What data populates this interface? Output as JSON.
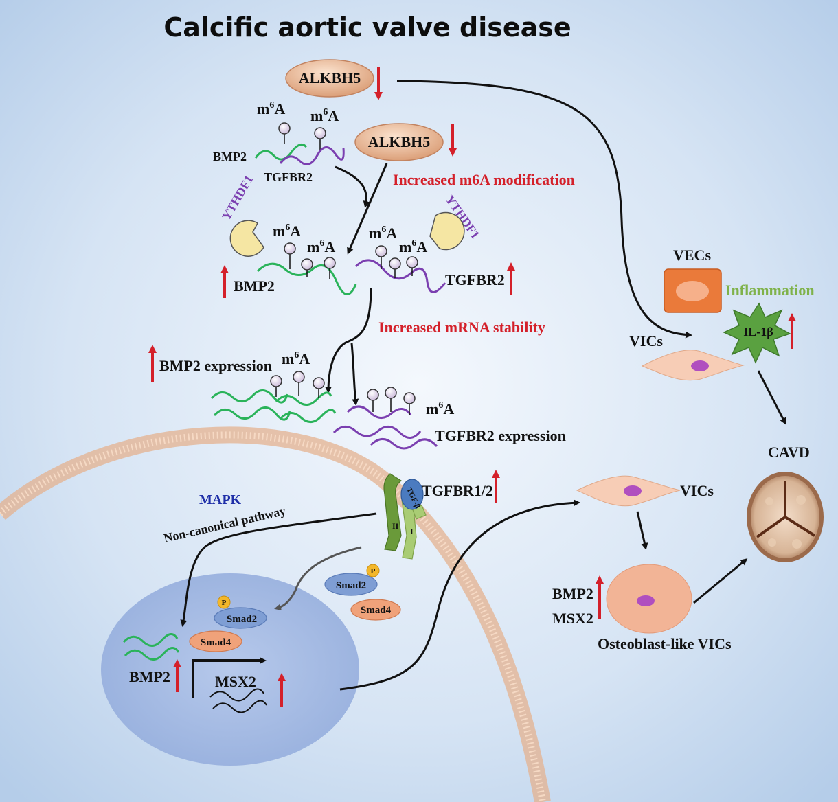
{
  "title": "Calcific aortic valve disease",
  "labels": {
    "alkbh5_top": "ALKBH5",
    "alkbh5_mid": "ALKBH5",
    "m6a": "m",
    "m6a_sup": "6",
    "m6a_tail": "A",
    "bmp2_upper": "BMP2",
    "tgfbr2_upper": "TGFBR2",
    "ythdf1_left": "YTHDF1",
    "ythdf1_right": "YTHDF1",
    "increased_m6a": "Increased m6A modification",
    "bmp2_mid": "BMP2",
    "tgfbr2_mid": "TGFBR2",
    "increased_stability": "Increased mRNA stability",
    "bmp2_expression": "BMP2 expression",
    "tgfbr2_expression": "TGFBR2 expression",
    "vecs": "VECs",
    "inflammation": "Inflammation",
    "il1b": "IL-1β",
    "vics_top": "VICs",
    "cavd": "CAVD",
    "mapk": "MAPK",
    "non_canonical": "Non-canonical pathway",
    "tgfbr12": "TGFBR1/2",
    "tgfb_ligand": "TGF-β",
    "receptor_II": "II",
    "receptor_I": "I",
    "smad2_cyto": "Smad2",
    "smad4_cyto": "Smad4",
    "smad2_nuc": "Smad2",
    "smad4_nuc": "Smad4",
    "phospho": "P",
    "bmp2_nucleus": "BMP2",
    "msx2_nucleus": "MSX2",
    "vics_mid": "VICs",
    "bmp2_right": "BMP2",
    "msx2_right": "MSX2",
    "osteoblast": "Osteoblast-like VICs"
  },
  "colors": {
    "up_arrow": "#d4202a",
    "bmp2_mrna": "#2ab35a",
    "tgfbr2_mrna": "#7b3fb0",
    "nucleus": "#9fb7e0",
    "membrane": "#e7b89a",
    "cell": "#f4c7b0",
    "cell_nucleus": "#b04fbf"
  }
}
